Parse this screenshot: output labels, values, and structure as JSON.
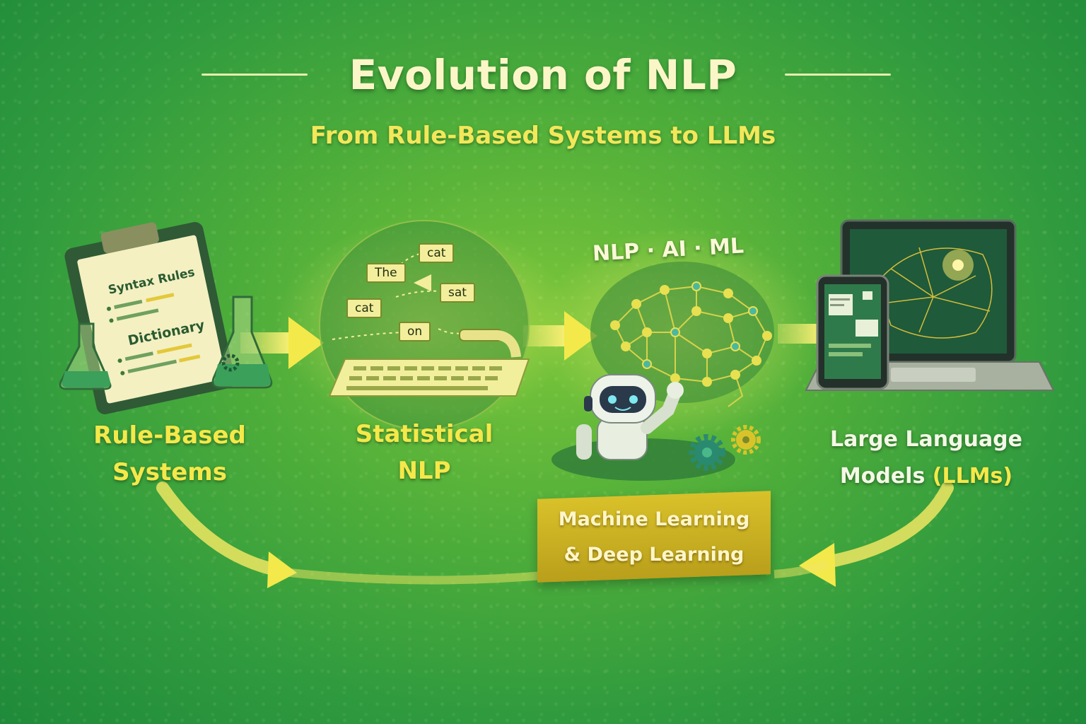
{
  "title": "Evolution of NLP",
  "subtitle": "From Rule-Based Systems to LLMs",
  "stages": [
    {
      "line1": "Rule-Based",
      "line2": "Systems"
    },
    {
      "line1": "Statistical",
      "line2": "NLP"
    },
    {
      "line1": "Machine Learning",
      "line2": "& Deep Learning"
    },
    {
      "line1": "Large Language",
      "line2a": "Models ",
      "line2b": "(LLMs)"
    }
  ],
  "badge": "NLP · AI · ML",
  "clipboard": {
    "heading1": "Syntax Rules",
    "heading2": "Dictionary"
  },
  "words": [
    "The",
    "cat",
    "cat",
    "sat",
    "on"
  ],
  "colors": {
    "accent_yellow": "#f5e84a",
    "bg_green": "#3fa33c",
    "cream": "#fbf6c8"
  },
  "icons": [
    "clipboard-icon",
    "flask-icon",
    "keyboard-icon",
    "brain-network-icon",
    "robot-icon",
    "gear-icon",
    "laptop-icon",
    "tablet-icon",
    "arrow-icon"
  ]
}
